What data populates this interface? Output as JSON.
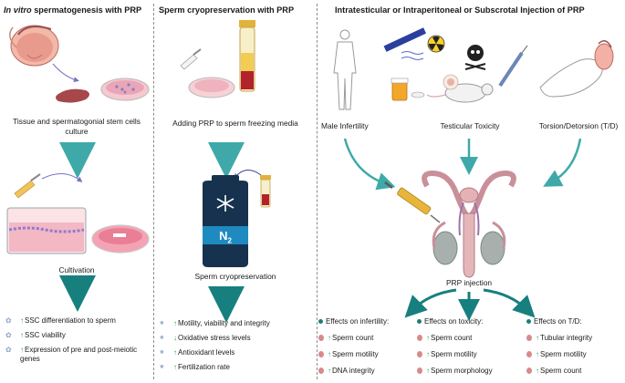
{
  "panel1": {
    "title_italic": "In vitro",
    "title_rest": " spermatogenesis with PRP",
    "caption_culture": "Tissue and spermatogonial stem cells culture",
    "caption_cultivation": "Cultivation",
    "outcomes": [
      {
        "arrow": "↑",
        "text": "SSC differentiation to sperm"
      },
      {
        "arrow": "↑",
        "text": "SSC viability"
      },
      {
        "arrow": "↑",
        "text": "Expression of pre and post-meiotic genes"
      }
    ]
  },
  "panel2": {
    "title": "Sperm cryopreservation with PRP",
    "caption_adding": "Adding PRP to sperm freezing media",
    "tank_label": "N",
    "tank_sub": "2",
    "caption_cryo": "Sperm cryopreservation",
    "outcomes": [
      {
        "arrow": "↑",
        "text": "Motility, viability and integrity"
      },
      {
        "arrow": "↓",
        "text": "Oxidative stress levels"
      },
      {
        "arrow": "↑",
        "text": "Antioxidant levels"
      },
      {
        "arrow": "↑",
        "text": "Fertilization rate"
      }
    ]
  },
  "panel3": {
    "title": "Intratesticular or Intraperitoneal or Subscrotal Injection of PRP",
    "caption_infertility": "Male Infertility",
    "caption_toxicity": "Testicular Toxicity",
    "caption_torsion": "Torsion/Detorsion (T/D)",
    "caption_injection": "PRP injection",
    "effects": [
      {
        "heading": "Effects on infertility:",
        "items": [
          {
            "arrow": "↑",
            "text": "Sperm count"
          },
          {
            "arrow": "↑",
            "text": "Sperm motility"
          },
          {
            "arrow": "↑",
            "text": "DNA integrity"
          }
        ]
      },
      {
        "heading": "Effects on toxicity:",
        "items": [
          {
            "arrow": "↑",
            "text": "Sperm count"
          },
          {
            "arrow": "↑",
            "text": "Sperm motility"
          },
          {
            "arrow": "↑",
            "text": "Sperm morphology"
          }
        ]
      },
      {
        "heading": "Effects on T/D:",
        "items": [
          {
            "arrow": "↑",
            "text": "Tubular integrity"
          },
          {
            "arrow": "↑",
            "text": "Sperm motility"
          },
          {
            "arrow": "↑",
            "text": "Sperm count"
          }
        ]
      }
    ]
  },
  "colors": {
    "arrow_teal": "#3fa9a9",
    "arrow_dark_teal": "#17807f",
    "tank_navy": "#16324f",
    "tank_band": "#1f8ac0",
    "dish_pink": "#f0a8b5"
  }
}
